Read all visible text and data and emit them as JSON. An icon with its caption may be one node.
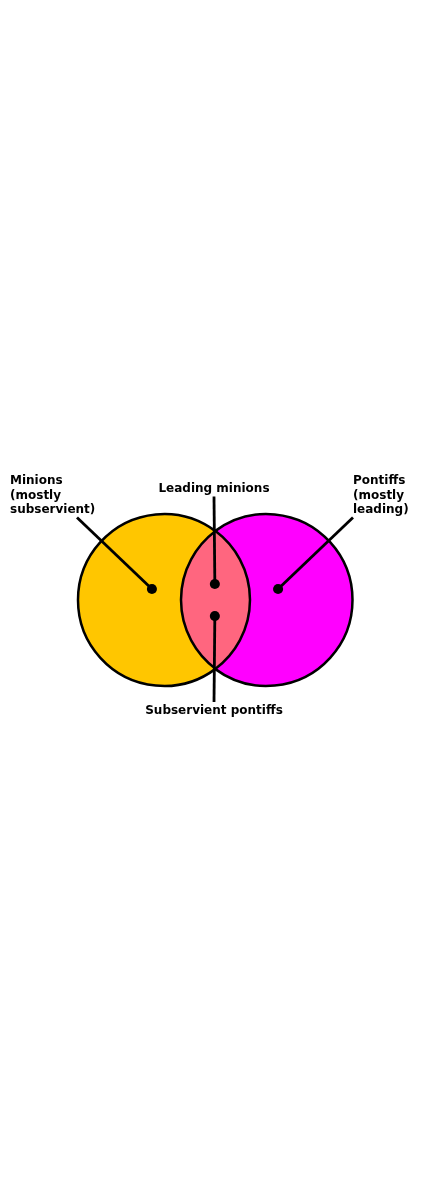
{
  "diagram": {
    "nodes": [
      {
        "text": [
          "Minions (mostly subservient)"
        ]
      },
      {
        "text": [
          "Leading minions"
        ]
      },
      {
        "text": [
          "Pontiffs (mostly leading)"
        ]
      },
      {
        "text": [],
        "shape": "circle"
      },
      {
        "text": [],
        "shape": "lens"
      },
      {
        "text": [],
        "shape": "circle"
      },
      {
        "text": [
          "Subservient pontiffs"
        ]
      }
    ],
    "edges": [
      {
        "from": 0,
        "to": 3,
        "arrow": "other"
      },
      {
        "from": 1,
        "to": 4,
        "arrow": "other"
      },
      {
        "from": 2,
        "to": 5,
        "arrow": "other"
      },
      {
        "from": 6,
        "to": 4,
        "arrow": "other"
      }
    ]
  }
}
